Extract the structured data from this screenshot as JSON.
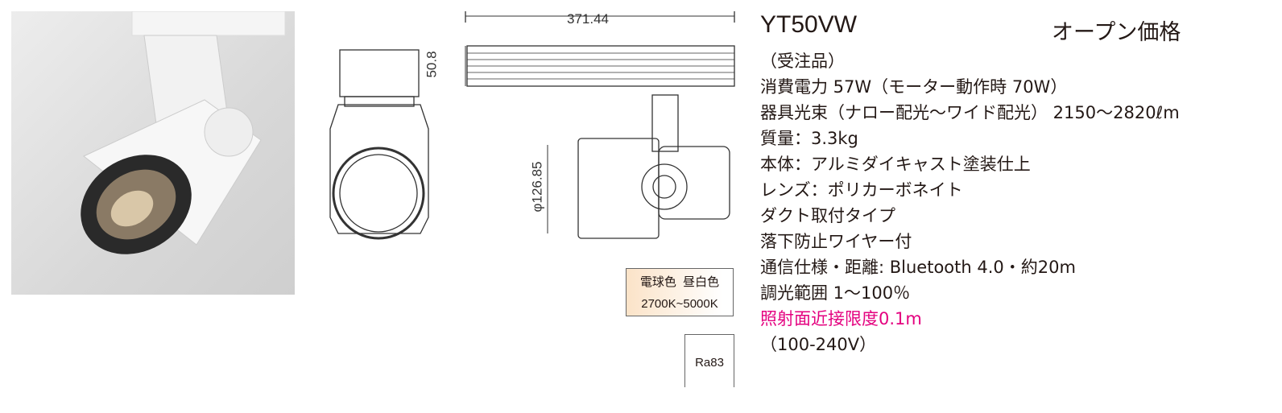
{
  "product": {
    "model": "YT50VW",
    "price": "オープン価格",
    "specs": [
      "（受注品）",
      "消費電力 57W（モーター動作時 70W）",
      "器具光束（ナロー配光〜ワイド配光） 2150〜2820ℓm",
      "質量：3.3kg",
      "本体：アルミダイキャスト塗装仕上",
      "レンズ：ポリカーボネイト",
      "ダクト取付タイプ",
      "落下防止ワイヤー付",
      "通信仕様・距離: Bluetooth 4.0・約20m",
      "調光範囲 1〜100％"
    ],
    "highlight": "照射面近接限度0.1m",
    "voltage": "（100-240V）"
  },
  "drawing": {
    "width_dim": "371.44",
    "height_dim": "50.8",
    "diameter_dim": "φ126.85"
  },
  "color": {
    "label": "電球色  昼白色",
    "range": "2700K~5000K",
    "highlight_color": "#e4007f"
  },
  "ra": "Ra83"
}
